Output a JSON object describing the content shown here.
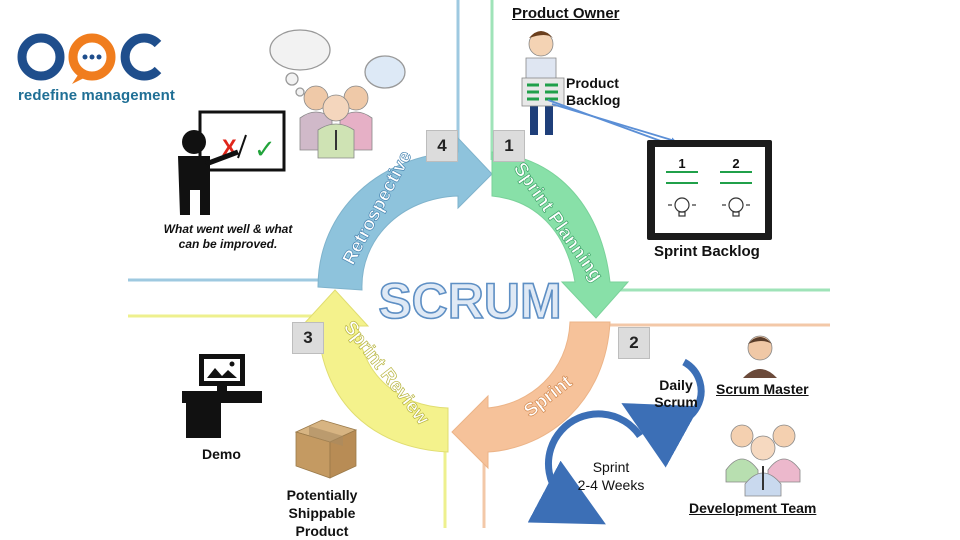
{
  "logo": {
    "tagline": "redefine management"
  },
  "center_title": "SCRUM",
  "phases": [
    {
      "number": "1",
      "label": "Sprint Planning"
    },
    {
      "number": "2",
      "label": "Sprint"
    },
    {
      "number": "3",
      "label": "Sprint Review"
    },
    {
      "number": "4",
      "label": "Retrospective"
    }
  ],
  "product_owner": {
    "title": "Product Owner",
    "backlog_line1": "Product",
    "backlog_line2": "Backlog"
  },
  "sprint_backlog": {
    "label": "Sprint Backlog",
    "col1": "1",
    "col2": "2"
  },
  "retro": {
    "caption_line1": "What went well & what",
    "caption_line2": "can be improved.",
    "mark_x": "X",
    "mark_check": "✓"
  },
  "demo": {
    "label": "Demo"
  },
  "product": {
    "line1": "Potentially",
    "line2": "Shippable",
    "line3": "Product"
  },
  "daily_scrum": {
    "line1": "Daily",
    "line2": "Scrum"
  },
  "sprint_length": {
    "line1": "Sprint",
    "line2": "2-4 Weeks"
  },
  "roles": {
    "scrum_master": "Scrum Master",
    "dev_team": "Development Team"
  },
  "colors": {
    "planning": "#88e0a8",
    "sprint": "#f6c29a",
    "review": "#f4f28c",
    "retro": "#8ec3dc",
    "logo_blue": "#1f4e8c",
    "logo_orange": "#f07d1e",
    "title_fill": "#dfe9f5",
    "title_stroke": "#5e8fc4"
  }
}
